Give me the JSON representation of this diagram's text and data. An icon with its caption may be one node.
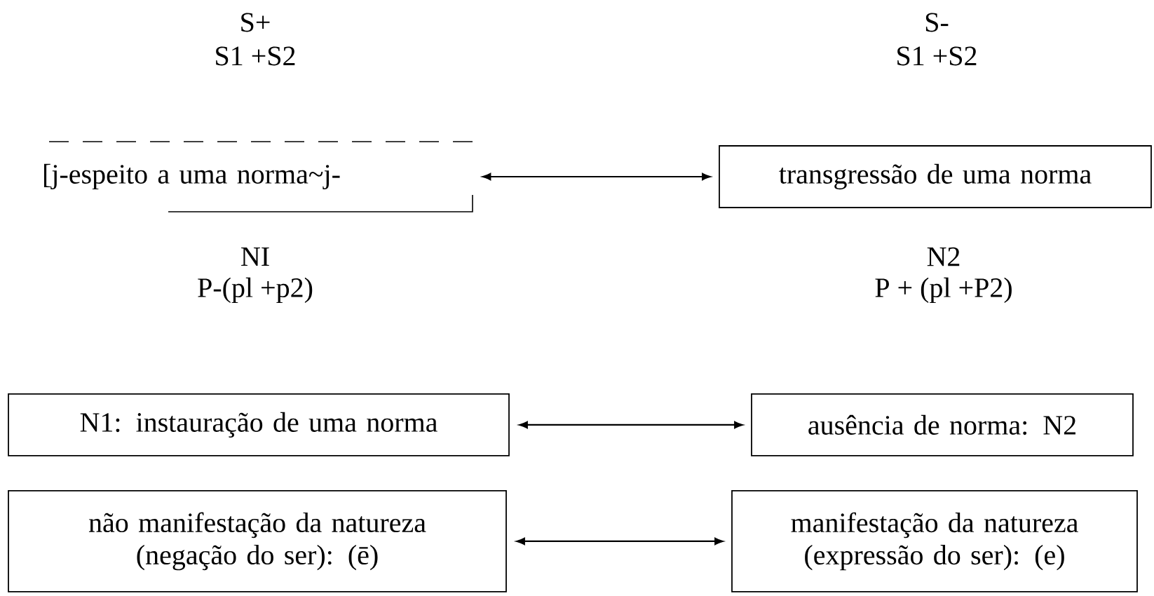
{
  "diagram": {
    "nodes": [
      {
        "text": [
          "[j-espeito a uma norma~j-"
        ]
      },
      {
        "text": [
          "transgressão de uma norma"
        ]
      },
      {
        "text": [
          "N1: instauração de uma norma"
        ]
      },
      {
        "text": [
          "ausência de norma: N2"
        ]
      },
      {
        "text": [
          "não manifestação da natureza (negação do ser): (ē)"
        ]
      },
      {
        "text": [
          "manifestação da natureza (expressão do ser): (e)"
        ]
      }
    ],
    "edges": [
      {
        "from": 0,
        "to": 1,
        "arrow": "both"
      },
      {
        "from": 2,
        "to": 3,
        "arrow": "both"
      },
      {
        "from": 4,
        "to": 5,
        "arrow": "both"
      }
    ],
    "labels": [
      "S+",
      "S1 +S2",
      "S-",
      "S1 +S2",
      "NI",
      "P-(pl +p2)",
      "N2",
      "P + (pl +P2)"
    ]
  }
}
